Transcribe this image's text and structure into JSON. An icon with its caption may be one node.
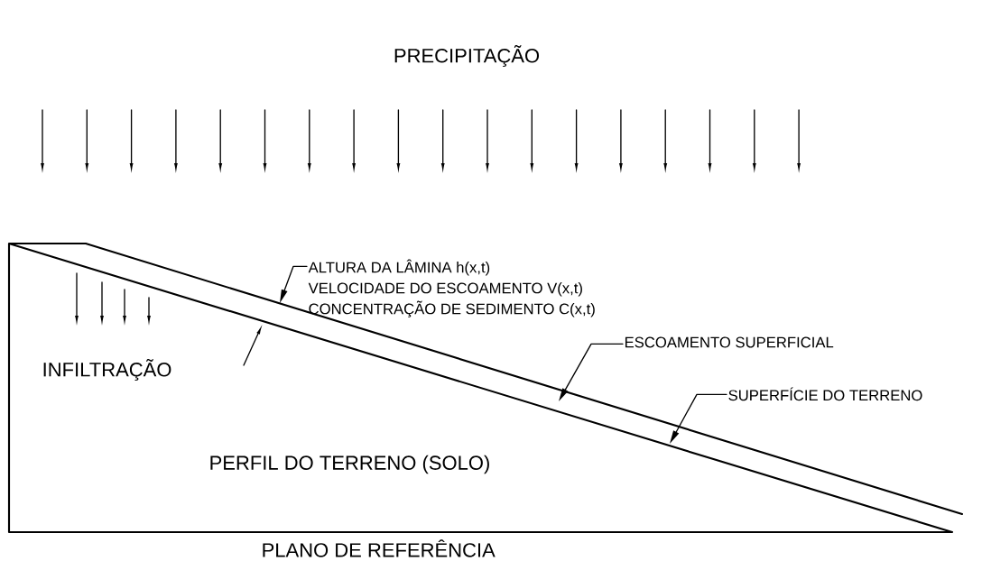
{
  "diagram": {
    "nodes": [
      {
        "text": [
          "ALTURA DA LÂMINA h(x,t)",
          "VELOCIDADE DO ESCOAMENTO V(x,t)",
          "CONCENTRAÇÃO DE SEDIMENTO C(x,t)"
        ]
      },
      {
        "text": [
          "ESCOAMENTO SUPERFICIAL"
        ]
      },
      {
        "text": [
          "SUPERFÍCIE DO TERRENO"
        ]
      }
    ],
    "edges": [
      {
        "from": 0,
        "to": null,
        "arrow": "to"
      },
      {
        "from": 1,
        "to": null,
        "arrow": "to"
      },
      {
        "from": 2,
        "to": null,
        "arrow": "to"
      }
    ],
    "labels": [
      "PRECIPITAÇÃO",
      "INFILTRAÇÃO",
      "PERFIL DO TERRENO (SOLO)",
      "PLANO DE REFERÊNCIA"
    ]
  }
}
